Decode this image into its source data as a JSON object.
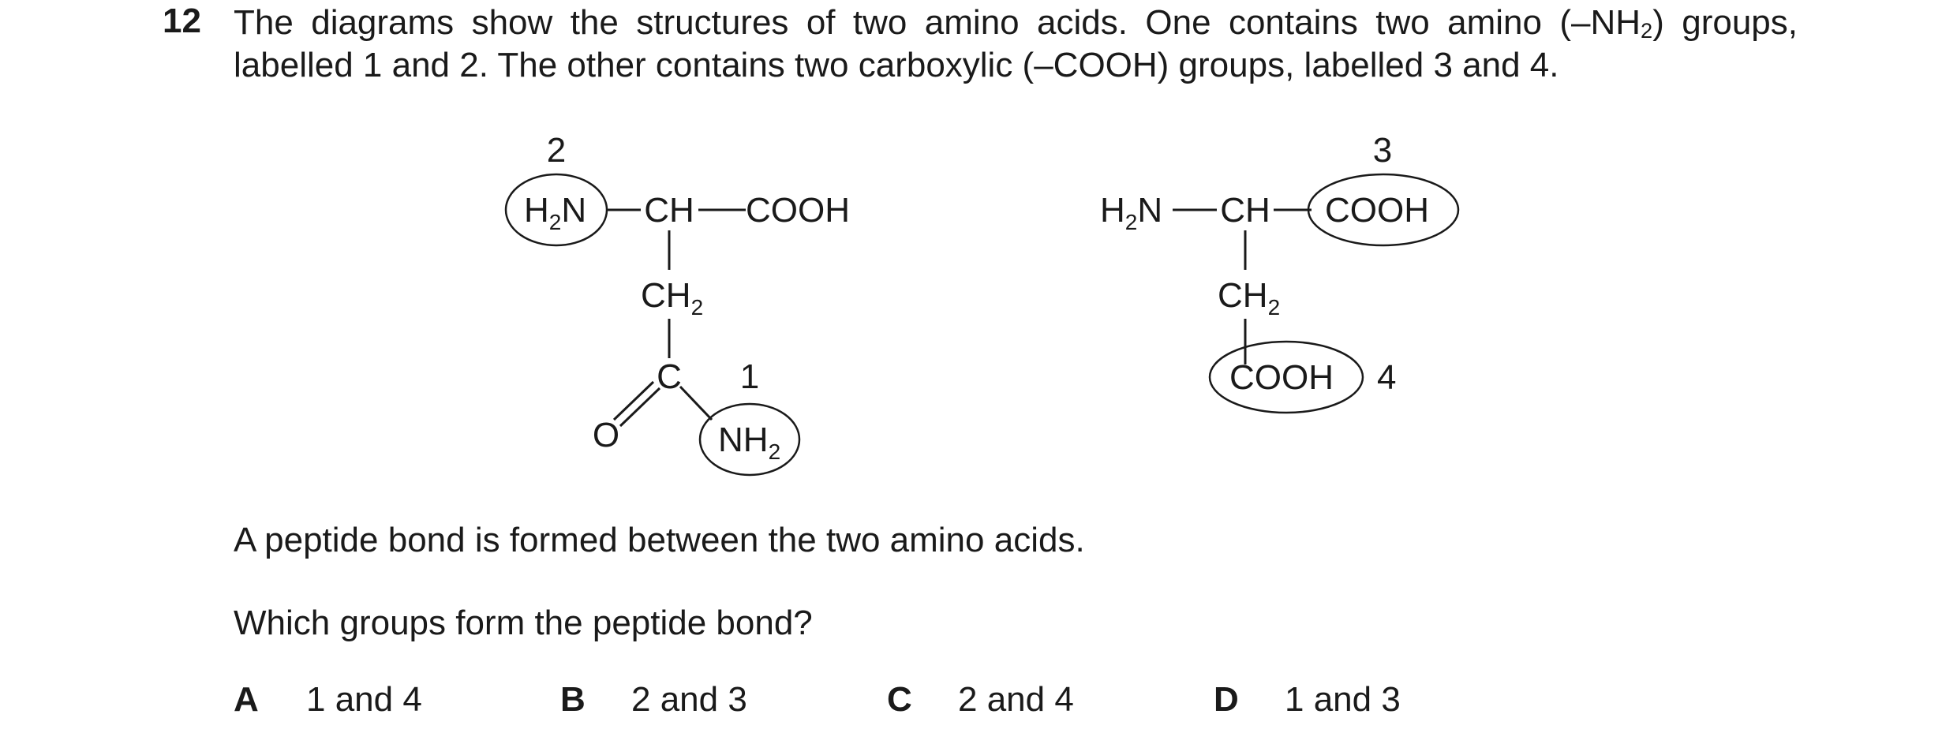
{
  "question": {
    "number": "12",
    "stem": {
      "line1_before_sub": "The diagrams show the structures of two amino acids. One contains two amino (–NH",
      "line1_sub": "2",
      "line1_after_sub": ") groups,",
      "line2": "labelled 1 and 2. The other contains two carboxylic (–COOH) groups, labelled 3 and 4."
    },
    "statement": "A peptide bond is formed between the two amino acids.",
    "prompt": "Which groups form the peptide bond?",
    "options": [
      {
        "letter": "A",
        "text": "1 and 4"
      },
      {
        "letter": "B",
        "text": "2 and 3"
      },
      {
        "letter": "C",
        "text": "2 and 4"
      },
      {
        "letter": "D",
        "text": "1 and 3"
      }
    ]
  },
  "diagram": {
    "left_molecule": {
      "label_2": "2",
      "label_1": "1",
      "h2n": "H",
      "h2n_sub": "2",
      "h2n_n": "N",
      "ch": "CH",
      "cooh": "COOH",
      "ch2": "CH",
      "ch2_sub": "2",
      "c": "C",
      "o": "O",
      "nh2": "NH",
      "nh2_sub": "2"
    },
    "right_molecule": {
      "label_3": "3",
      "label_4": "4",
      "h2n": "H",
      "h2n_sub": "2",
      "h2n_n": "N",
      "ch": "CH",
      "cooh_top": "COOH",
      "ch2": "CH",
      "ch2_sub": "2",
      "cooh_bottom": "COOH"
    }
  }
}
